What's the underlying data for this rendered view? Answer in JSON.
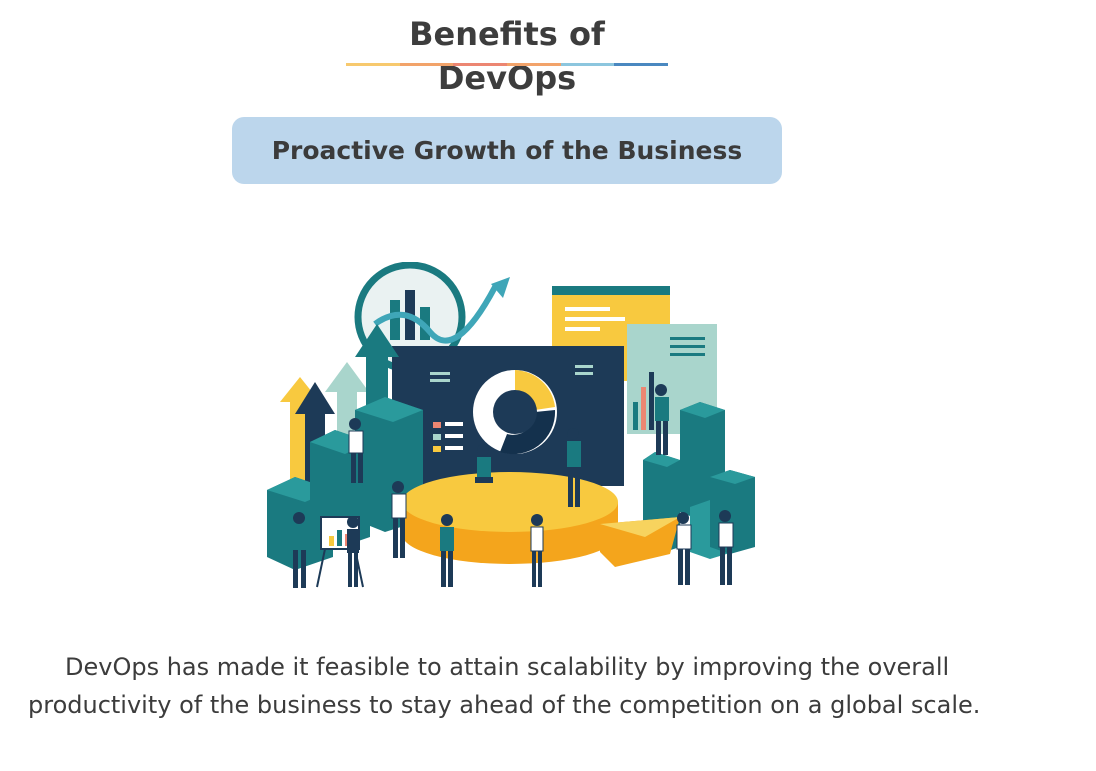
{
  "page": {
    "title": "Benefits of DevOps",
    "underline_colors": [
      "#f7c96e",
      "#f2a36a",
      "#ec8672",
      "#f2a36a",
      "#8cc6de",
      "#4a88c0"
    ],
    "subtitle": "Proactive Growth of the Business",
    "body": "DevOps has made it feasible to attain scalability by improving the overall productivity of the business to stay ahead of the competition on a global scale."
  },
  "illustration": {
    "icon": "business-growth-illustration",
    "palette": {
      "navy": "#1d3a57",
      "teal": "#1a7a80",
      "teal_light": "#2a9a9c",
      "mint": "#a9d5cc",
      "yellow": "#f8c93f",
      "orange": "#f4a51c",
      "light_yellow": "#f7d35e"
    }
  }
}
